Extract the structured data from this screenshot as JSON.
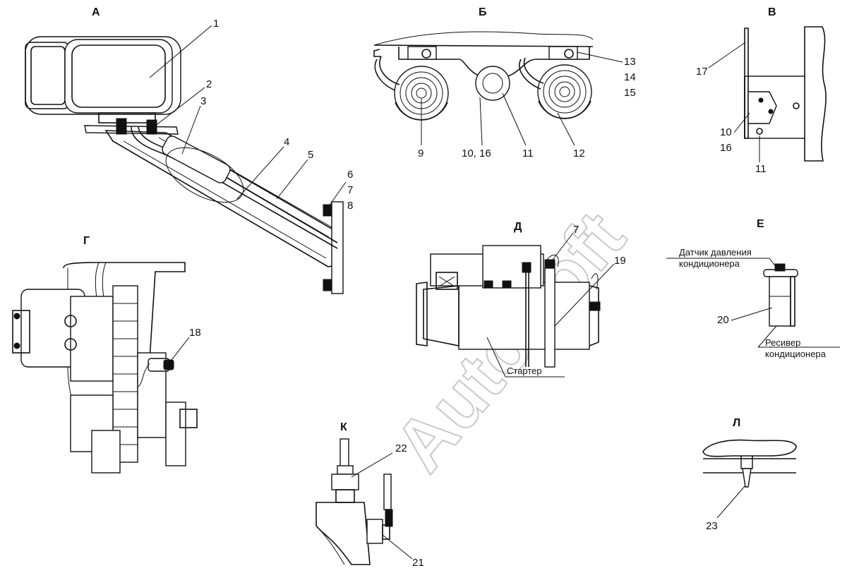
{
  "views": {
    "A": "А",
    "B": "Б",
    "V": "В",
    "G": "Г",
    "D": "Д",
    "E": "Е",
    "K": "К",
    "L": "Л"
  },
  "callouts": {
    "c1": "1",
    "c2": "2",
    "c3": "3",
    "c4": "4",
    "c5": "5",
    "c6": "6",
    "c7": "7",
    "c8": "8",
    "c7d": "7",
    "c9": "9",
    "c10_16": "10, 16",
    "c11": "11",
    "c12": "12",
    "c13": "13",
    "c14": "14",
    "c15": "15",
    "c17": "17",
    "c10v": "10",
    "c16v": "16",
    "c11v": "11",
    "c18": "18",
    "c19": "19",
    "c20": "20",
    "c21": "21",
    "c22": "22",
    "c23": "23"
  },
  "notes": {
    "starter": "Стартер",
    "pressure_sensor_1": "Датчик давления",
    "pressure_sensor_2": "кондиционера",
    "receiver_1": "Ресивер",
    "receiver_2": "кондиционера"
  },
  "watermark": "AutoSoft"
}
